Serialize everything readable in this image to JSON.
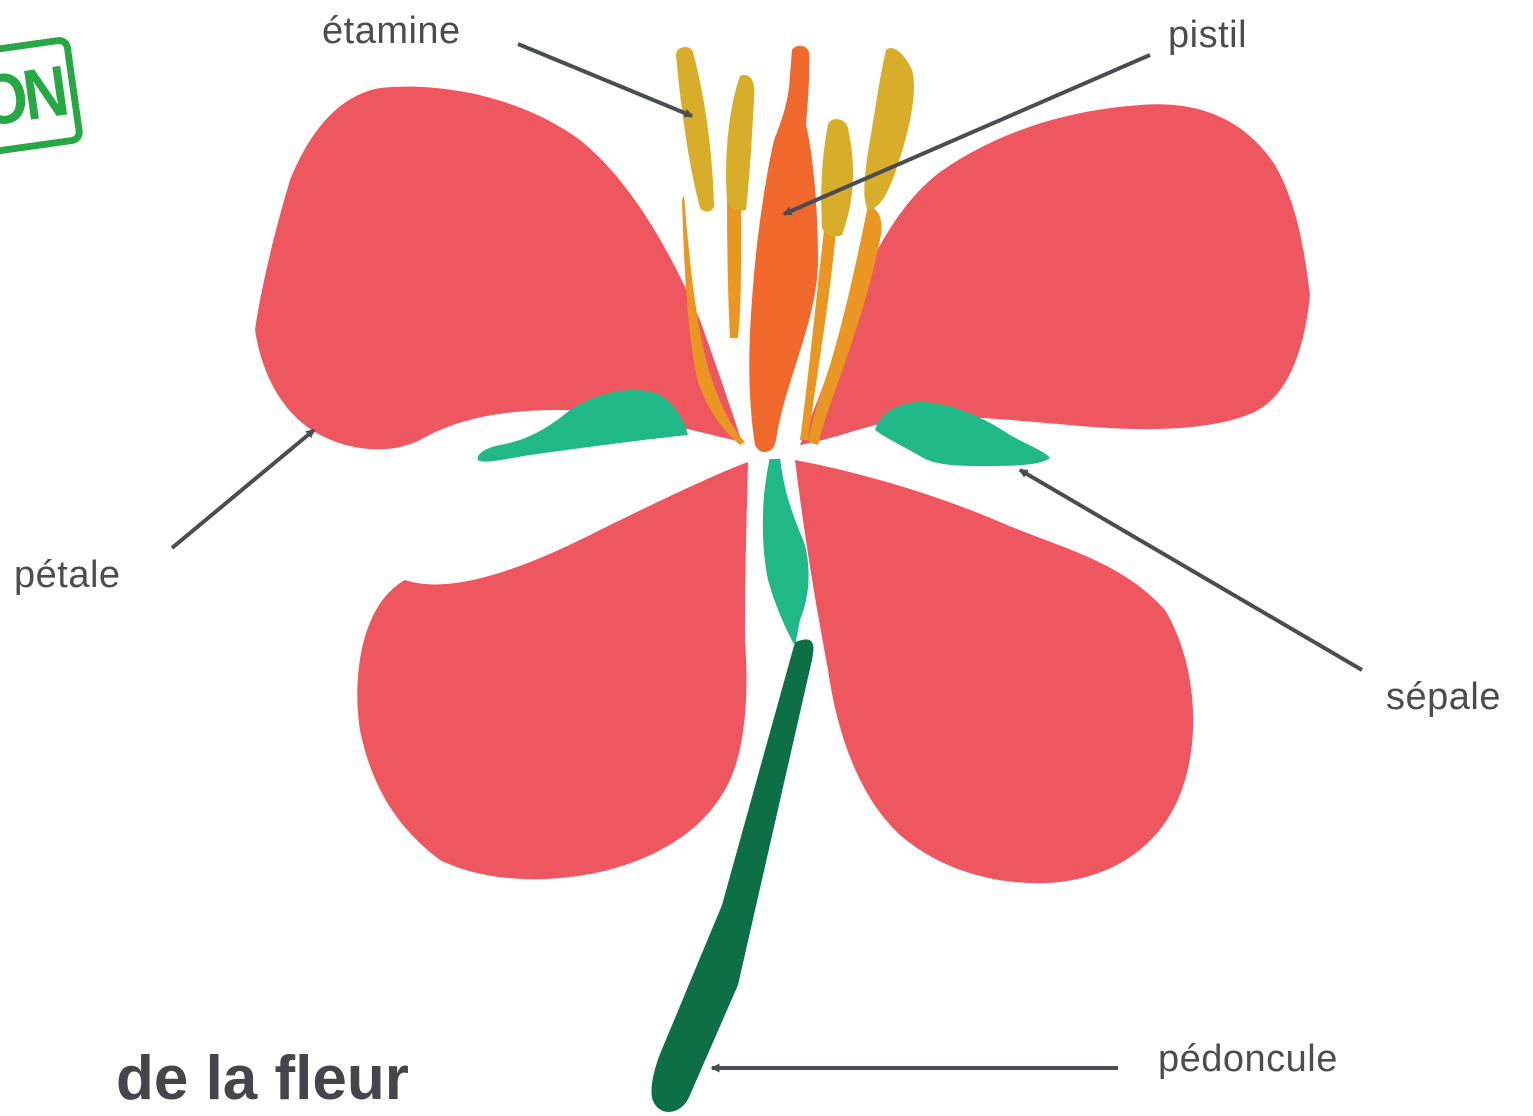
{
  "title": "de la fleur",
  "stamp": {
    "text": "ON"
  },
  "labels": {
    "etamine": "étamine",
    "pistil": "pistil",
    "petale": "pétale",
    "sepale": "sépale",
    "pedoncule": "pédoncule"
  },
  "colors": {
    "petal": "#ef5760",
    "sepal": "#21b888",
    "stem": "#0c6f45",
    "pistil": "#f0682c",
    "stamen_filament": "#e99722",
    "stamen_anther": "#d8ad2a",
    "stamp": "#27a844",
    "label": "#4a4d52"
  }
}
